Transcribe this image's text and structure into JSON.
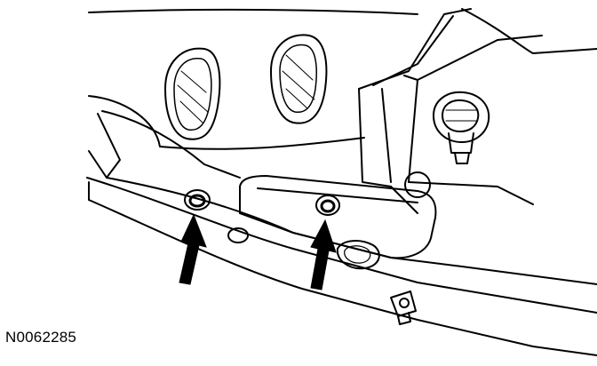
{
  "figure": {
    "reference_code": "N0062285",
    "colors": {
      "line": "#000000",
      "background": "#ffffff",
      "arrow_fill": "#000000"
    },
    "callouts": [
      {
        "name": "left-arrow",
        "icon": "up-arrow-icon",
        "points_to": "left-fastener"
      },
      {
        "name": "right-arrow",
        "icon": "up-arrow-icon",
        "points_to": "right-fastener"
      }
    ]
  }
}
